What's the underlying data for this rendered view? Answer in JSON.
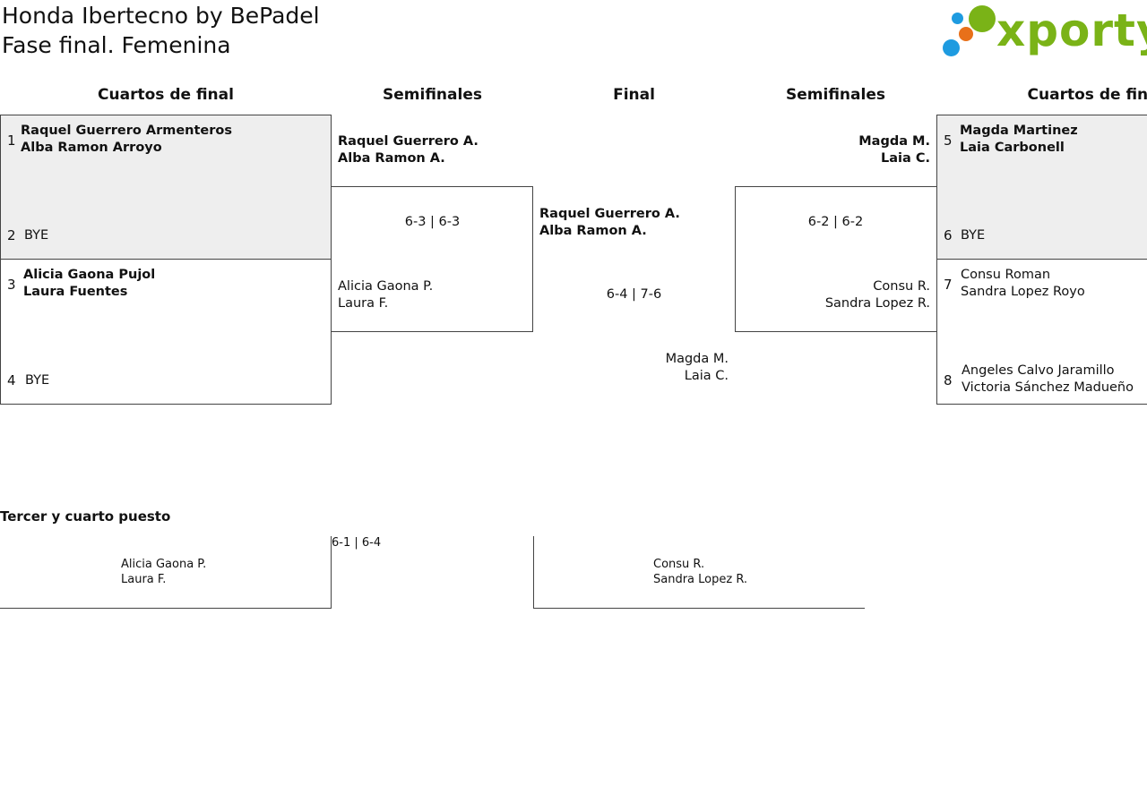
{
  "header": {
    "title": "Honda Ibertecno by BePadel",
    "subtitle": "Fase final. Femenina"
  },
  "logo": {
    "text": "xporty",
    "colors": {
      "green": "#7ab317",
      "blue": "#1e9be0",
      "orange": "#e8701a"
    }
  },
  "columns": {
    "qf_left": "Cuartos de final",
    "sf_left": "Semifinales",
    "final": "Final",
    "sf_right": "Semifinales",
    "qf_right": "Cuartos de final"
  },
  "quarterfinals": {
    "left": [
      {
        "seed_a": "1",
        "team_a": [
          "Raquel Guerrero Armenteros",
          "Alba Ramon Arroyo"
        ],
        "seed_b": "2",
        "team_b": [
          "BYE"
        ]
      },
      {
        "seed_a": "3",
        "team_a": [
          "Alicia Gaona Pujol",
          "Laura Fuentes"
        ],
        "seed_b": "4",
        "team_b": [
          "BYE"
        ]
      }
    ],
    "right": [
      {
        "seed_a": "5",
        "team_a": [
          "Magda Martinez",
          "Laia Carbonell"
        ],
        "seed_b": "6",
        "team_b": [
          "BYE"
        ]
      },
      {
        "seed_a": "7",
        "team_a": [
          "Consu Roman",
          "Sandra Lopez Royo"
        ],
        "seed_b": "8",
        "team_b": [
          "Angeles Calvo Jaramillo",
          "Victoria Sánchez Madueño"
        ]
      }
    ]
  },
  "semifinals": {
    "left": {
      "team_a": [
        "Raquel Guerrero A.",
        "Alba Ramon A."
      ],
      "score": "6-3 | 6-3",
      "team_b": [
        "Alicia Gaona P.",
        "Laura F."
      ]
    },
    "right": {
      "team_a": [
        "Magda M.",
        "Laia C."
      ],
      "score": "6-2 | 6-2",
      "team_b": [
        "Consu R.",
        "Sandra Lopez R."
      ]
    }
  },
  "final": {
    "team_a": [
      "Raquel Guerrero A.",
      "Alba Ramon A."
    ],
    "score": "6-4 | 7-6",
    "team_b": [
      "Magda M.",
      "Laia C."
    ]
  },
  "third_place": {
    "title": "Tercer y cuarto puesto",
    "score": "6-1 | 6-4",
    "team_a": [
      "Alicia Gaona P.",
      "Laura F."
    ],
    "team_b": [
      "Consu R.",
      "Sandra Lopez R."
    ]
  }
}
